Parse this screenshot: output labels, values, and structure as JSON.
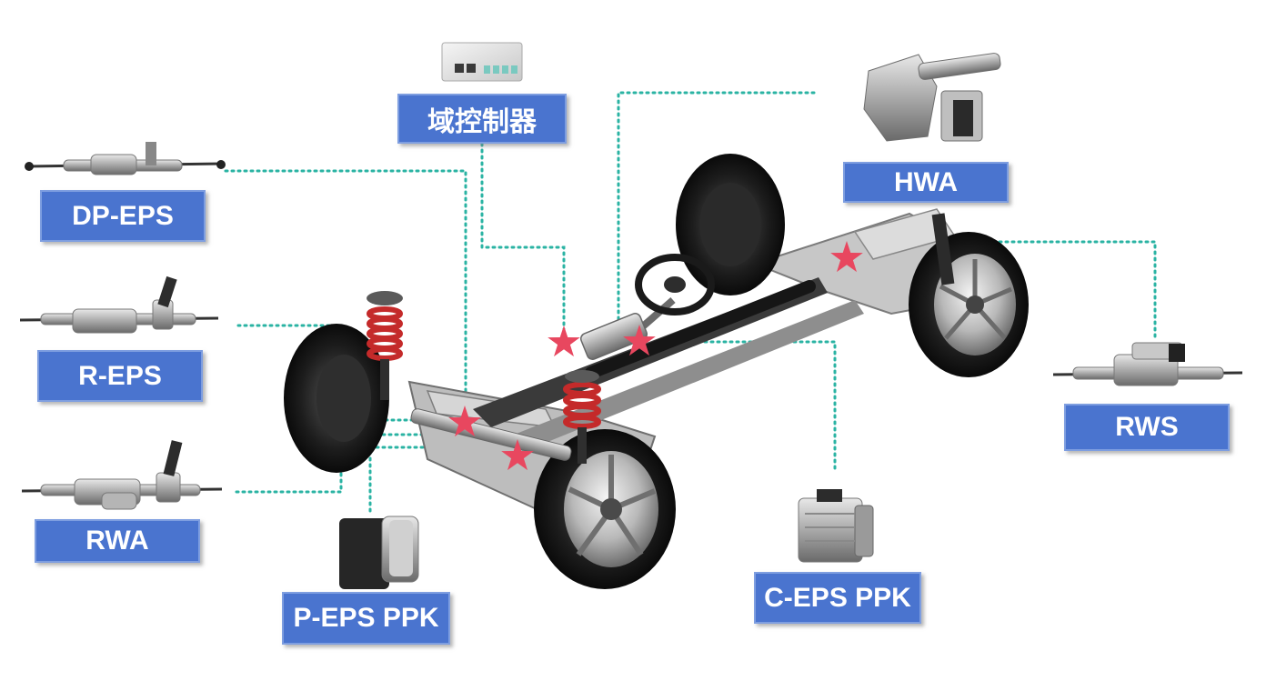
{
  "labels": {
    "domain_controller": "域控制器",
    "dp_eps": "DP-EPS",
    "r_eps": "R-EPS",
    "rwa": "RWA",
    "p_eps_ppk": "P-EPS PPK",
    "hwa": "HWA",
    "rws": "RWS",
    "c_eps_ppk": "C-EPS PPK"
  },
  "colors": {
    "label_fill": "#4a74cf",
    "leader_line": "#2ab3a3",
    "marker_star": "#e8475f"
  },
  "icons": {
    "marker": "star-icon"
  }
}
